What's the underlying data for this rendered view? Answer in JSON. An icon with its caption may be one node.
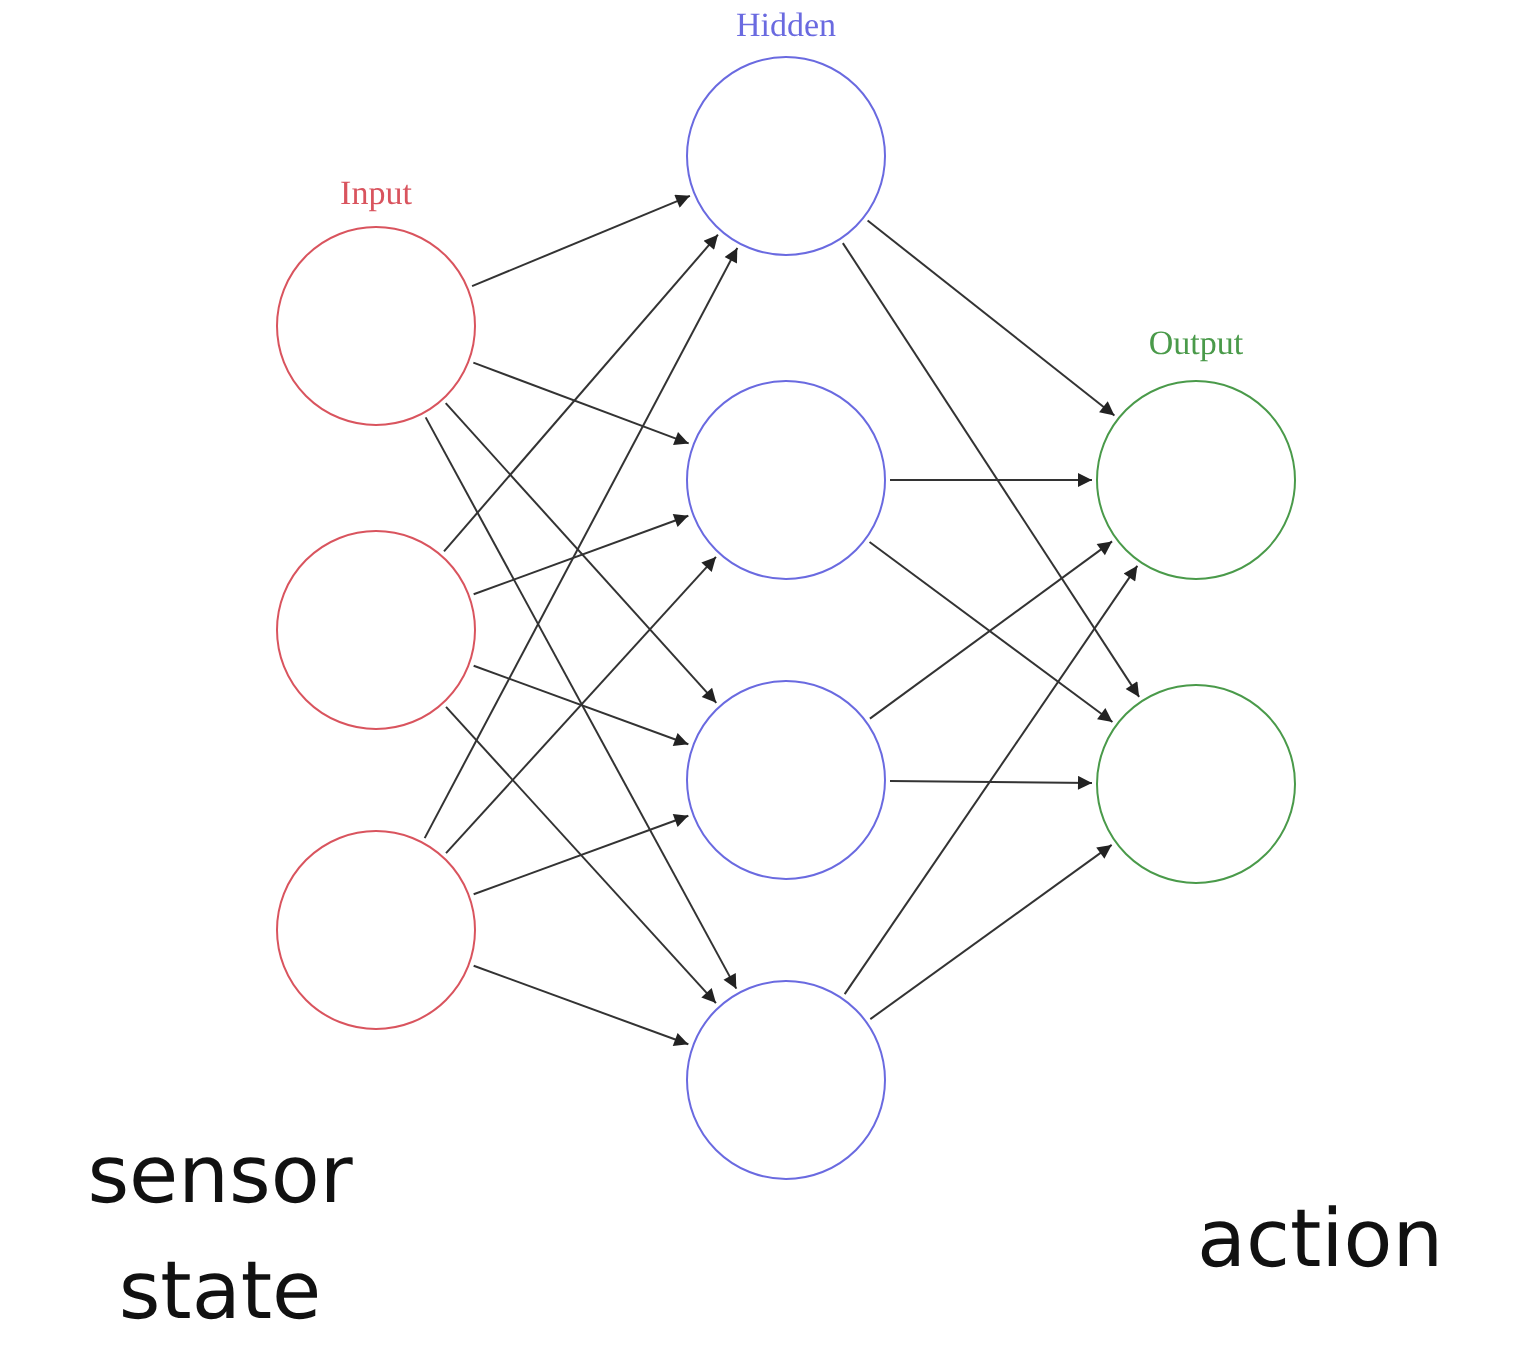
{
  "diagram": {
    "nodes": [
      {
        "text": [],
        "shape": "circle"
      },
      {
        "text": [],
        "shape": "circle"
      },
      {
        "text": [],
        "shape": "circle"
      },
      {
        "text": [],
        "shape": "circle"
      },
      {
        "text": [],
        "shape": "circle"
      },
      {
        "text": [],
        "shape": "circle"
      },
      {
        "text": [],
        "shape": "circle"
      },
      {
        "text": [],
        "shape": "circle"
      },
      {
        "text": [],
        "shape": "circle"
      }
    ],
    "edges": [
      {
        "from": 0,
        "to": 3,
        "arrow": "to"
      },
      {
        "from": 0,
        "to": 4,
        "arrow": "to"
      },
      {
        "from": 0,
        "to": 5,
        "arrow": "to"
      },
      {
        "from": 0,
        "to": 6,
        "arrow": "to"
      },
      {
        "from": 1,
        "to": 3,
        "arrow": "to"
      },
      {
        "from": 1,
        "to": 4,
        "arrow": "to"
      },
      {
        "from": 1,
        "to": 5,
        "arrow": "to"
      },
      {
        "from": 1,
        "to": 6,
        "arrow": "to"
      },
      {
        "from": 2,
        "to": 3,
        "arrow": "to"
      },
      {
        "from": 2,
        "to": 4,
        "arrow": "to"
      },
      {
        "from": 2,
        "to": 5,
        "arrow": "to"
      },
      {
        "from": 2,
        "to": 6,
        "arrow": "to"
      },
      {
        "from": 3,
        "to": 7,
        "arrow": "to"
      },
      {
        "from": 3,
        "to": 8,
        "arrow": "to"
      },
      {
        "from": 4,
        "to": 7,
        "arrow": "to"
      },
      {
        "from": 4,
        "to": 8,
        "arrow": "to"
      },
      {
        "from": 5,
        "to": 7,
        "arrow": "to"
      },
      {
        "from": 5,
        "to": 8,
        "arrow": "to"
      },
      {
        "from": 6,
        "to": 7,
        "arrow": "to"
      },
      {
        "from": 6,
        "to": 8,
        "arrow": "to"
      }
    ],
    "labels": [
      "Hidden",
      "Input",
      "Output",
      "sensor state",
      "action"
    ]
  }
}
